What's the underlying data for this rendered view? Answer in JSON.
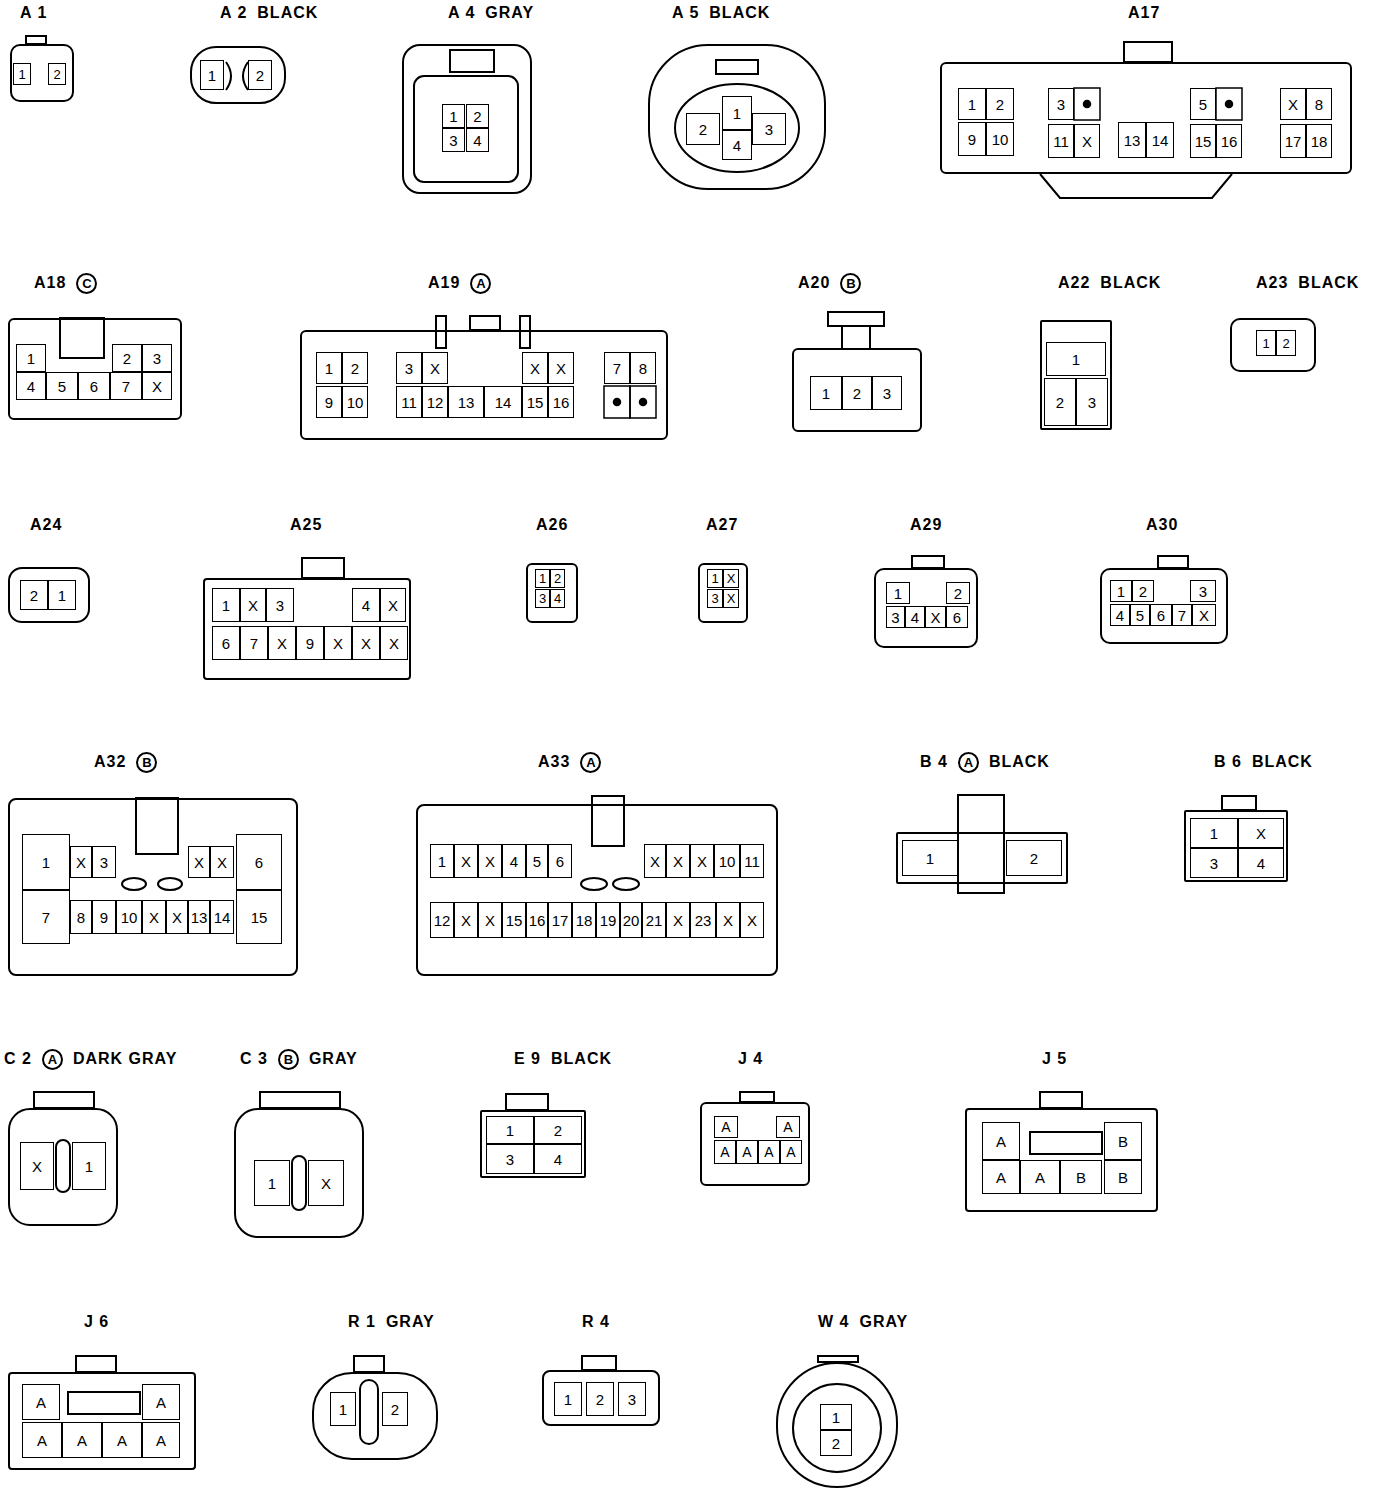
{
  "diagram": {
    "nodes": [
      {
        "text": [
          "A 1"
        ]
      },
      {
        "text": [
          "1"
        ],
        "in": 0
      },
      {
        "text": [
          "2"
        ],
        "in": 0
      },
      {
        "text": [
          "A 2",
          "BLACK"
        ]
      },
      {
        "text": [
          "1"
        ],
        "in": 3
      },
      {
        "text": [
          "2"
        ],
        "in": 3
      },
      {
        "text": [
          "A 4",
          "GRAY"
        ]
      },
      {
        "text": [
          "1"
        ],
        "in": 6
      },
      {
        "text": [
          "2"
        ],
        "in": 6
      },
      {
        "text": [
          "3"
        ],
        "in": 6
      },
      {
        "text": [
          "4"
        ],
        "in": 6
      },
      {
        "text": [
          "A 5",
          "BLACK"
        ]
      },
      {
        "text": [
          "1"
        ],
        "in": 11
      },
      {
        "text": [
          "2"
        ],
        "in": 11
      },
      {
        "text": [
          "3"
        ],
        "in": 11
      },
      {
        "text": [
          "4"
        ],
        "in": 11
      },
      {
        "text": [
          "A17"
        ]
      },
      {
        "text": [
          "1"
        ],
        "in": 16
      },
      {
        "text": [
          "2"
        ],
        "in": 16
      },
      {
        "text": [
          "3"
        ],
        "in": 16
      },
      {
        "text": [
          "5"
        ],
        "in": 16
      },
      {
        "text": [
          "X"
        ],
        "in": 16
      },
      {
        "text": [
          "8"
        ],
        "in": 16
      },
      {
        "text": [
          "9"
        ],
        "in": 16
      },
      {
        "text": [
          "10"
        ],
        "in": 16
      },
      {
        "text": [
          "11"
        ],
        "in": 16
      },
      {
        "text": [
          "X"
        ],
        "in": 16
      },
      {
        "text": [
          "13"
        ],
        "in": 16
      },
      {
        "text": [
          "14"
        ],
        "in": 16
      },
      {
        "text": [
          "15"
        ],
        "in": 16
      },
      {
        "text": [
          "16"
        ],
        "in": 16
      },
      {
        "text": [
          "17"
        ],
        "in": 16
      },
      {
        "text": [
          "18"
        ],
        "in": 16
      },
      {
        "text": [
          "A18",
          "C"
        ]
      },
      {
        "text": [
          "1"
        ],
        "in": 33
      },
      {
        "text": [
          "2"
        ],
        "in": 33
      },
      {
        "text": [
          "3"
        ],
        "in": 33
      },
      {
        "text": [
          "4"
        ],
        "in": 33
      },
      {
        "text": [
          "5"
        ],
        "in": 33
      },
      {
        "text": [
          "6"
        ],
        "in": 33
      },
      {
        "text": [
          "7"
        ],
        "in": 33
      },
      {
        "text": [
          "X"
        ],
        "in": 33
      },
      {
        "text": [
          "A19",
          "A"
        ]
      },
      {
        "text": [
          "1"
        ],
        "in": 42
      },
      {
        "text": [
          "2"
        ],
        "in": 42
      },
      {
        "text": [
          "3"
        ],
        "in": 42
      },
      {
        "text": [
          "X"
        ],
        "in": 42
      },
      {
        "text": [
          "X"
        ],
        "in": 42
      },
      {
        "text": [
          "X"
        ],
        "in": 42
      },
      {
        "text": [
          "7"
        ],
        "in": 42
      },
      {
        "text": [
          "8"
        ],
        "in": 42
      },
      {
        "text": [
          "9"
        ],
        "in": 42
      },
      {
        "text": [
          "10"
        ],
        "in": 42
      },
      {
        "text": [
          "11"
        ],
        "in": 42
      },
      {
        "text": [
          "12"
        ],
        "in": 42
      },
      {
        "text": [
          "13"
        ],
        "in": 42
      },
      {
        "text": [
          "14"
        ],
        "in": 42
      },
      {
        "text": [
          "15"
        ],
        "in": 42
      },
      {
        "text": [
          "16"
        ],
        "in": 42
      },
      {
        "text": [
          "A20",
          "B"
        ]
      },
      {
        "text": [
          "1"
        ],
        "in": 59
      },
      {
        "text": [
          "2"
        ],
        "in": 59
      },
      {
        "text": [
          "3"
        ],
        "in": 59
      },
      {
        "text": [
          "A22",
          "BLACK"
        ]
      },
      {
        "text": [
          "1"
        ],
        "in": 63
      },
      {
        "text": [
          "2"
        ],
        "in": 63
      },
      {
        "text": [
          "3"
        ],
        "in": 63
      },
      {
        "text": [
          "A23",
          "BLACK"
        ]
      },
      {
        "text": [
          "1"
        ],
        "in": 67
      },
      {
        "text": [
          "2"
        ],
        "in": 67
      },
      {
        "text": [
          "A24"
        ]
      },
      {
        "text": [
          "2"
        ],
        "in": 70
      },
      {
        "text": [
          "1"
        ],
        "in": 70
      },
      {
        "text": [
          "A25"
        ]
      },
      {
        "text": [
          "1"
        ],
        "in": 73
      },
      {
        "text": [
          "X"
        ],
        "in": 73
      },
      {
        "text": [
          "3"
        ],
        "in": 73
      },
      {
        "text": [
          "4"
        ],
        "in": 73
      },
      {
        "text": [
          "X"
        ],
        "in": 73
      },
      {
        "text": [
          "6"
        ],
        "in": 73
      },
      {
        "text": [
          "7"
        ],
        "in": 73
      },
      {
        "text": [
          "X"
        ],
        "in": 73
      },
      {
        "text": [
          "9"
        ],
        "in": 73
      },
      {
        "text": [
          "X"
        ],
        "in": 73
      },
      {
        "text": [
          "X"
        ],
        "in": 73
      },
      {
        "text": [
          "X"
        ],
        "in": 73
      },
      {
        "text": [
          "A26"
        ]
      },
      {
        "text": [
          "1"
        ],
        "in": 86
      },
      {
        "text": [
          "2"
        ],
        "in": 86
      },
      {
        "text": [
          "3"
        ],
        "in": 86
      },
      {
        "text": [
          "4"
        ],
        "in": 86
      },
      {
        "text": [
          "A27"
        ]
      },
      {
        "text": [
          "1"
        ],
        "in": 91
      },
      {
        "text": [
          "X"
        ],
        "in": 91
      },
      {
        "text": [
          "3"
        ],
        "in": 91
      },
      {
        "text": [
          "X"
        ],
        "in": 91
      },
      {
        "text": [
          "A29"
        ]
      },
      {
        "text": [
          "1"
        ],
        "in": 96
      },
      {
        "text": [
          "2"
        ],
        "in": 96
      },
      {
        "text": [
          "3"
        ],
        "in": 96
      },
      {
        "text": [
          "4"
        ],
        "in": 96
      },
      {
        "text": [
          "X"
        ],
        "in": 96
      },
      {
        "text": [
          "6"
        ],
        "in": 96
      },
      {
        "text": [
          "A30"
        ]
      },
      {
        "text": [
          "1"
        ],
        "in": 103
      },
      {
        "text": [
          "2"
        ],
        "in": 103
      },
      {
        "text": [
          "3"
        ],
        "in": 103
      },
      {
        "text": [
          "4"
        ],
        "in": 103
      },
      {
        "text": [
          "5"
        ],
        "in": 103
      },
      {
        "text": [
          "6"
        ],
        "in": 103
      },
      {
        "text": [
          "7"
        ],
        "in": 103
      },
      {
        "text": [
          "X"
        ],
        "in": 103
      },
      {
        "text": [
          "A32",
          "B"
        ]
      },
      {
        "text": [
          "1"
        ],
        "in": 112
      },
      {
        "text": [
          "X"
        ],
        "in": 112
      },
      {
        "text": [
          "3"
        ],
        "in": 112
      },
      {
        "text": [
          "X"
        ],
        "in": 112
      },
      {
        "text": [
          "X"
        ],
        "in": 112
      },
      {
        "text": [
          "6"
        ],
        "in": 112
      },
      {
        "text": [
          "7"
        ],
        "in": 112
      },
      {
        "text": [
          "8"
        ],
        "in": 112
      },
      {
        "text": [
          "9"
        ],
        "in": 112
      },
      {
        "text": [
          "10"
        ],
        "in": 112
      },
      {
        "text": [
          "X"
        ],
        "in": 112
      },
      {
        "text": [
          "X"
        ],
        "in": 112
      },
      {
        "text": [
          "13"
        ],
        "in": 112
      },
      {
        "text": [
          "14"
        ],
        "in": 112
      },
      {
        "text": [
          "15"
        ],
        "in": 112
      },
      {
        "text": [
          "A33",
          "A"
        ]
      },
      {
        "text": [
          "1"
        ],
        "in": 128
      },
      {
        "text": [
          "X"
        ],
        "in": 128
      },
      {
        "text": [
          "X"
        ],
        "in": 128
      },
      {
        "text": [
          "4"
        ],
        "in": 128
      },
      {
        "text": [
          "5"
        ],
        "in": 128
      },
      {
        "text": [
          "6"
        ],
        "in": 128
      },
      {
        "text": [
          "X"
        ],
        "in": 128
      },
      {
        "text": [
          "X"
        ],
        "in": 128
      },
      {
        "text": [
          "X"
        ],
        "in": 128
      },
      {
        "text": [
          "10"
        ],
        "in": 128
      },
      {
        "text": [
          "11"
        ],
        "in": 128
      },
      {
        "text": [
          "12"
        ],
        "in": 128
      },
      {
        "text": [
          "X"
        ],
        "in": 128
      },
      {
        "text": [
          "X"
        ],
        "in": 128
      },
      {
        "text": [
          "15"
        ],
        "in": 128
      },
      {
        "text": [
          "16"
        ],
        "in": 128
      },
      {
        "text": [
          "17"
        ],
        "in": 128
      },
      {
        "text": [
          "18"
        ],
        "in": 128
      },
      {
        "text": [
          "19"
        ],
        "in": 128
      },
      {
        "text": [
          "20"
        ],
        "in": 128
      },
      {
        "text": [
          "21"
        ],
        "in": 128
      },
      {
        "text": [
          "X"
        ],
        "in": 128
      },
      {
        "text": [
          "23"
        ],
        "in": 128
      },
      {
        "text": [
          "X"
        ],
        "in": 128
      },
      {
        "text": [
          "X"
        ],
        "in": 128
      },
      {
        "text": [
          "B 4",
          "A",
          "BLACK"
        ]
      },
      {
        "text": [
          "1"
        ],
        "in": 154
      },
      {
        "text": [
          "2"
        ],
        "in": 154
      },
      {
        "text": [
          "B 6",
          "BLACK"
        ]
      },
      {
        "text": [
          "1"
        ],
        "in": 157
      },
      {
        "text": [
          "X"
        ],
        "in": 157
      },
      {
        "text": [
          "3"
        ],
        "in": 157
      },
      {
        "text": [
          "4"
        ],
        "in": 157
      },
      {
        "text": [
          "C 2",
          "A",
          "DARK GRAY"
        ]
      },
      {
        "text": [
          "X"
        ],
        "in": 162
      },
      {
        "text": [
          "1"
        ],
        "in": 162
      },
      {
        "text": [
          "C 3",
          "B",
          "GRAY"
        ]
      },
      {
        "text": [
          "1"
        ],
        "in": 165
      },
      {
        "text": [
          "X"
        ],
        "in": 165
      },
      {
        "text": [
          "E 9",
          "BLACK"
        ]
      },
      {
        "text": [
          "1"
        ],
        "in": 168
      },
      {
        "text": [
          "2"
        ],
        "in": 168
      },
      {
        "text": [
          "3"
        ],
        "in": 168
      },
      {
        "text": [
          "4"
        ],
        "in": 168
      },
      {
        "text": [
          "J 4"
        ]
      },
      {
        "text": [
          "A"
        ],
        "in": 173
      },
      {
        "text": [
          "A"
        ],
        "in": 173
      },
      {
        "text": [
          "A"
        ],
        "in": 173
      },
      {
        "text": [
          "A"
        ],
        "in": 173
      },
      {
        "text": [
          "A"
        ],
        "in": 173
      },
      {
        "text": [
          "A"
        ],
        "in": 173
      },
      {
        "text": [
          "J 5"
        ]
      },
      {
        "text": [
          "A"
        ],
        "in": 180
      },
      {
        "text": [
          "B"
        ],
        "in": 180
      },
      {
        "text": [
          "A"
        ],
        "in": 180
      },
      {
        "text": [
          "A"
        ],
        "in": 180
      },
      {
        "text": [
          "B"
        ],
        "in": 180
      },
      {
        "text": [
          "B"
        ],
        "in": 180
      },
      {
        "text": [
          "J 6"
        ]
      },
      {
        "text": [
          "A"
        ],
        "in": 187
      },
      {
        "text": [
          "A"
        ],
        "in": 187
      },
      {
        "text": [
          "A"
        ],
        "in": 187
      },
      {
        "text": [
          "A"
        ],
        "in": 187
      },
      {
        "text": [
          "A"
        ],
        "in": 187
      },
      {
        "text": [
          "A"
        ],
        "in": 187
      },
      {
        "text": [
          "R 1",
          "GRAY"
        ]
      },
      {
        "text": [
          "1"
        ],
        "in": 194
      },
      {
        "text": [
          "2"
        ],
        "in": 194
      },
      {
        "text": [
          "R 4"
        ]
      },
      {
        "text": [
          "1"
        ],
        "in": 197
      },
      {
        "text": [
          "2"
        ],
        "in": 197
      },
      {
        "text": [
          "3"
        ],
        "in": 197
      },
      {
        "text": [
          "W 4",
          "GRAY"
        ]
      },
      {
        "text": [
          "1"
        ],
        "in": 201
      },
      {
        "text": [
          "2"
        ],
        "in": 201
      }
    ]
  }
}
